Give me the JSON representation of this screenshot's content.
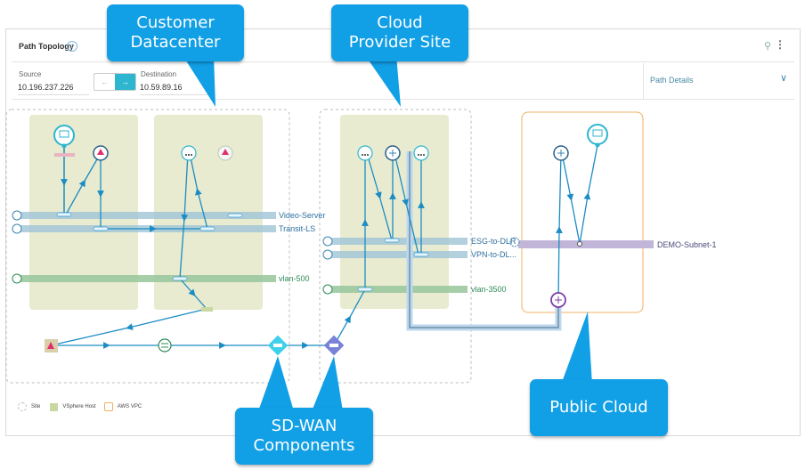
{
  "panel": {
    "title": "Path Topology",
    "info_icon": "info-icon",
    "pin_icon": "pin-icon",
    "more_icon": "more-vertical-icon"
  },
  "source": {
    "label": "Source",
    "value": "10.196.237.226"
  },
  "destination": {
    "label": "Destination",
    "value": "10.59.89.16"
  },
  "direction": {
    "left": "←",
    "right": "→",
    "active": "right"
  },
  "path_details": {
    "label": "Path Details",
    "icon": "chevron-down-icon"
  },
  "networks": {
    "video_server": "Video-Server",
    "transit_ls": "Transit-LS",
    "vlan_500": "vlan-500",
    "esg_to_dlr": "ESG-to-DLR",
    "vpn_to_dl": "VPN-to-DL...",
    "vlan_3500": "vlan-3500",
    "demo_subnet": "DEMO-Subnet-1"
  },
  "legend": [
    {
      "label": "Site",
      "icon": "site-icon"
    },
    {
      "label": "VSphere Host",
      "icon": "vsphere-host-icon"
    },
    {
      "label": "AWS VPC",
      "icon": "aws-vpc-icon"
    }
  ],
  "callouts": {
    "customer_dc": "Customer Datacenter",
    "cloud_provider": "Cloud Provider Site",
    "sdwan": "SD-WAN Components",
    "public_cloud": "Public Cloud"
  },
  "colors": {
    "accent": "#2eb5d0",
    "callout": "#119fe6",
    "host_fill": "#e8ebcf",
    "vxlan_band": "#9fc4d6",
    "vlan_band": "#9cc99e",
    "aws_band": "#c1b6d8",
    "aws_border": "#f0b060",
    "path_line": "#1b8cc4"
  }
}
